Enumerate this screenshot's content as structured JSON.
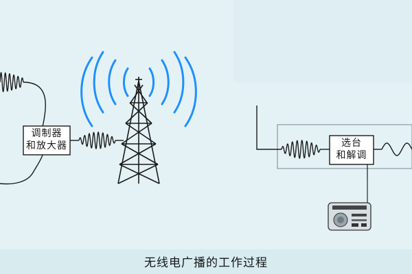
{
  "diagram": {
    "modulator_label_line1": "调制器",
    "modulator_label_line2": "和放大器",
    "tuner_label_line1": "选台",
    "tuner_label_line2": "和解调",
    "caption": "无线电广播的工作过程"
  },
  "colors": {
    "background": "#e4f2f5",
    "caption_band": "#d8ecf0",
    "wire": "#1a1a1a",
    "radio_waves": "#1e90ff",
    "receiver_frame": "#8a9aa0"
  },
  "icons": [
    "transmission-tower-icon",
    "radio-receiver-icon"
  ]
}
